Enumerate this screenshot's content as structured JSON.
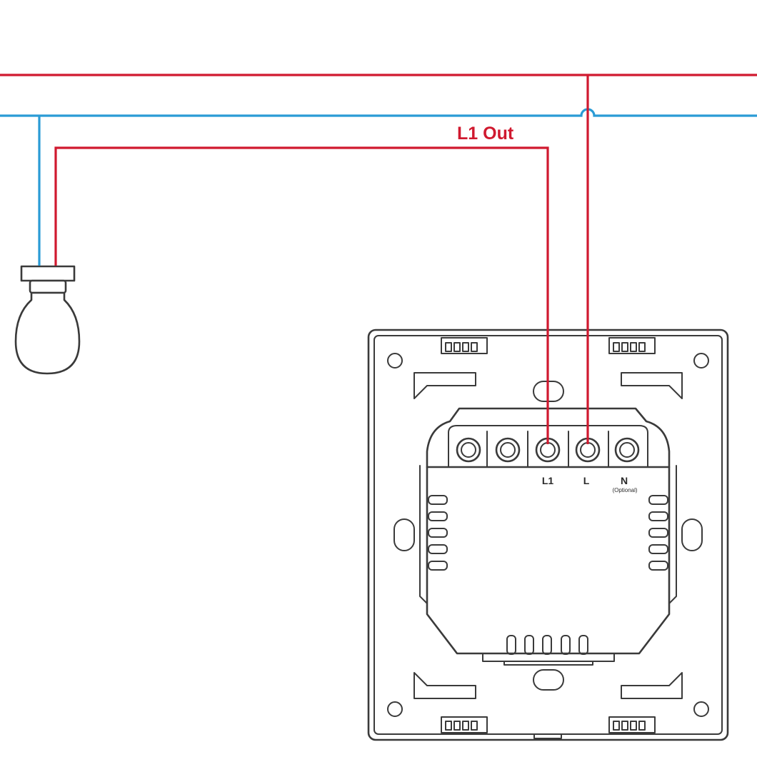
{
  "wiring": {
    "output_label": "L1 Out",
    "colors": {
      "live": "#d0192f",
      "neutral": "#2a9bd5",
      "outline": "#3a3a3a"
    }
  },
  "terminals": [
    {
      "id": "t1",
      "label": ""
    },
    {
      "id": "t2",
      "label": ""
    },
    {
      "id": "t3",
      "label": "L1"
    },
    {
      "id": "t4",
      "label": "L"
    },
    {
      "id": "t5",
      "label": "N",
      "note": "(Optional)"
    }
  ]
}
